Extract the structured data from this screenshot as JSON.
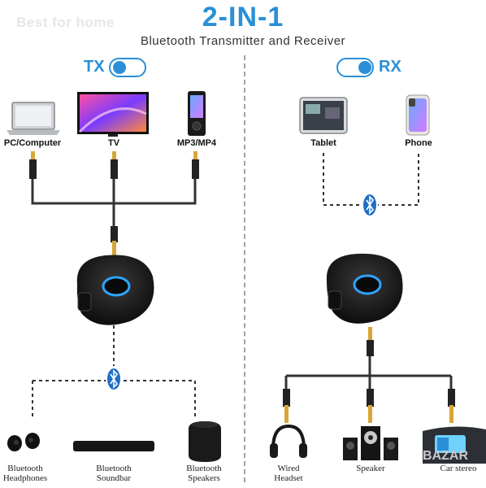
{
  "watermark": "Best for home",
  "header": {
    "title": "2-IN-1",
    "subtitle": "Bluetooth Transmitter and Receiver"
  },
  "tx": {
    "mode": "TX",
    "toggle_on": true,
    "sources": [
      {
        "label": "PC/Computer",
        "icon": "laptop-icon"
      },
      {
        "label": "TV",
        "icon": "tv-icon"
      },
      {
        "label": "MP3/MP4",
        "icon": "mp3-player-icon"
      }
    ],
    "outputs": [
      {
        "label_line1": "Bluetooth",
        "label_line2": "Headphones",
        "icon": "earbuds-icon"
      },
      {
        "label_line1": "Bluetooth",
        "label_line2": "Soundbar",
        "icon": "soundbar-icon"
      },
      {
        "label_line1": "Bluetooth",
        "label_line2": "Speakers",
        "icon": "speaker-icon"
      }
    ]
  },
  "rx": {
    "mode": "RX",
    "toggle_on": true,
    "sources": [
      {
        "label": "Tablet",
        "icon": "tablet-icon"
      },
      {
        "label": "Phone",
        "icon": "phone-icon"
      }
    ],
    "outputs": [
      {
        "label_line1": "Wired",
        "label_line2": "Headset",
        "icon": "headset-icon"
      },
      {
        "label_line1": "Speaker",
        "label_line2": "",
        "icon": "stereo-speaker-icon"
      },
      {
        "label_line1": "Car stereo",
        "label_line2": "",
        "icon": "car-stereo-icon"
      }
    ]
  },
  "bottom_watermark": "BAZAR",
  "colors": {
    "accent": "#2a8fd6",
    "cable": "#333333",
    "device": "#1c1c1c",
    "led": "#2fa4ff"
  }
}
